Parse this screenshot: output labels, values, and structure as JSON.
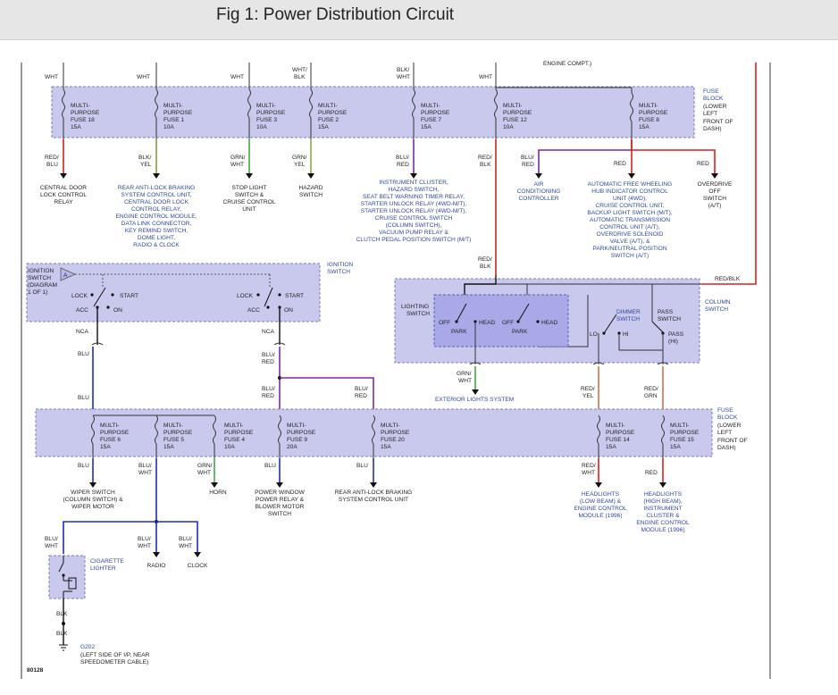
{
  "title": "Fig 1: Power Distribution Circuit",
  "figure_id": "80128",
  "top_labels": {
    "engine_compt": "ENGINE COMPT.)",
    "wht1": "WHT",
    "wht2": "WHT",
    "wht3": "WHT",
    "wht_blk_a": "WHT/",
    "wht_blk_b": "BLK",
    "blk_wht_a": "BLK/",
    "blk_wht_b": "WHT",
    "wht4": "WHT"
  },
  "fuse_block_top": {
    "label": [
      "FUSE",
      "BLOCK",
      "(LOWER",
      "LEFT",
      "FRONT OF",
      "DASH)"
    ],
    "fuses": [
      {
        "l1": "MULTI-",
        "l2": "PURPOSE",
        "l3": "FUSE 18",
        "l4": "15A"
      },
      {
        "l1": "MULTI-",
        "l2": "PURPOSE",
        "l3": "FUSE 1",
        "l4": "10A"
      },
      {
        "l1": "MULTI-",
        "l2": "PURPOSE",
        "l3": "FUSE 3",
        "l4": "10A"
      },
      {
        "l1": "MULTI-",
        "l2": "PURPOSE",
        "l3": "FUSE 2",
        "l4": "15A"
      },
      {
        "l1": "MULTI-",
        "l2": "PURPOSE",
        "l3": "FUSE 7",
        "l4": "15A"
      },
      {
        "l1": "MULTI-",
        "l2": "PURPOSE",
        "l3": "FUSE 12",
        "l4": "10A"
      },
      {
        "l1": "MULTI-",
        "l2": "PURPOSE",
        "l3": "FUSE 8",
        "l4": "15A"
      }
    ]
  },
  "top_outputs": {
    "w1": [
      "RED/",
      "BLU"
    ],
    "w2": [
      "BLK/",
      "YEL"
    ],
    "w3": [
      "GRN/",
      "WHT"
    ],
    "w4": [
      "GRN/",
      "YEL"
    ],
    "w5": [
      "BLU/",
      "RED"
    ],
    "w6": [
      "RED/",
      "BLK"
    ],
    "w7": [
      "BLU/",
      "RED"
    ],
    "w8": "RED",
    "w9": "RED",
    "d1": [
      "CENTRAL DOOR",
      "LOCK CONTROL",
      "RELAY"
    ],
    "d2": [
      "REAR ANTI-LOCK BRAKING",
      "SYSTEM CONTROL UNIT,",
      "CENTRAL DOOR LOCK",
      "CONTROL RELAY,",
      "ENGINE CONTROL MODULE,",
      "DATA LINK CONNECTOR,",
      "KEY REMIND SWITCH,",
      "DOME LIGHT,",
      "RADIO & CLOCK"
    ],
    "d3": [
      "STOP LIGHT",
      "SWITCH &",
      "CRUISE CONTROL",
      "UNIT"
    ],
    "d4": [
      "HAZARD",
      "SWITCH"
    ],
    "d5": [
      "INSTRUMENT CLUSTER,",
      "HAZARD SWITCH,",
      "SEAT BELT WARNING TIMER RELAY,",
      "STARTER UNLOCK RELAY (4WD-M/T),",
      "STARTER UNLOCK RELAY (4WD-M/T),",
      "CRUISE CONTROL SWITCH",
      "(COLUMN SWITCH),",
      "VACUUM PUMP RELAY &",
      "CLUTCH PEDAL POSITION SWITCH (M/T)"
    ],
    "d6": [
      "AIR",
      "CONDITIONING",
      "CONTROLLER"
    ],
    "d7": [
      "AUTOMATIC FREE WHEELING",
      "HUB INDICATOR CONTROL",
      "UNIT (4WD),",
      "CRUISE CONTROL UNIT,",
      "BACKUP LIGHT SWITCH (M/T),",
      "AUTOMATIC TRANSMISSION",
      "CONTROL UNIT (A/T),",
      "OVERDRIVE SOLENOID",
      "VALVE (A/T), &",
      "PARK/NEUTRAL POSITION",
      "SWITCH (A/T)"
    ],
    "d8": [
      "OVERDRIVE",
      "OFF",
      "SWITCH",
      "(A/T)"
    ]
  },
  "ignition": {
    "label": [
      "IGNITION",
      "SWITCH"
    ],
    "left_label": [
      "IGNITION",
      "SWITCH",
      "(DIAGRAM",
      "1 OF 1)"
    ],
    "marker": "A",
    "lock": "LOCK",
    "start": "START",
    "acc": "ACC",
    "on": "ON"
  },
  "column_switch": {
    "label": [
      "COLUMN",
      "SWITCH"
    ],
    "red_blk": "RED/BLK",
    "red_blk_in": [
      "RED/",
      "BLK"
    ],
    "lighting": [
      "LIGHTING",
      "SWITCH"
    ],
    "dimmer": [
      "DIMMER",
      "SWITCH"
    ],
    "pass": [
      "PASS",
      "SWITCH"
    ],
    "off": "OFF",
    "head": "HEAD",
    "park": "PARK",
    "lo": "LO",
    "hi": "HI",
    "pass_hi": [
      "PASS",
      "(HI)"
    ]
  },
  "middle": {
    "nca": "NCA",
    "blu": "BLU",
    "blu_red": [
      "BLU/",
      "RED"
    ],
    "grn_wht": [
      "GRN/",
      "WHT"
    ],
    "exterior": "EXTERIOR LIGHTS SYSTEM",
    "red_yel": [
      "RED/",
      "YEL"
    ],
    "red_grn": [
      "RED/",
      "GRN"
    ]
  },
  "fuse_block_bottom": {
    "label": [
      "FUSE",
      "BLOCK",
      "(LOWER",
      "LEFT",
      "FRONT OF",
      "DASH)"
    ],
    "fuses": [
      {
        "l1": "MULTI-",
        "l2": "PURPOSE",
        "l3": "FUSE 6",
        "l4": "15A"
      },
      {
        "l1": "MULTI-",
        "l2": "PURPOSE",
        "l3": "FUSE 5",
        "l4": "15A"
      },
      {
        "l1": "MULTI-",
        "l2": "PURPOSE",
        "l3": "FUSE 4",
        "l4": "10A"
      },
      {
        "l1": "MULTI-",
        "l2": "PURPOSE",
        "l3": "FUSE 9",
        "l4": "20A"
      },
      {
        "l1": "MULTI-",
        "l2": "PURPOSE",
        "l3": "FUSE 20",
        "l4": "15A"
      },
      {
        "l1": "MULTI-",
        "l2": "PURPOSE",
        "l3": "FUSE 14",
        "l4": "15A"
      },
      {
        "l1": "MULTI-",
        "l2": "PURPOSE",
        "l3": "FUSE 15",
        "l4": "15A"
      }
    ]
  },
  "bottom_outputs": {
    "w1": "BLU",
    "w2": [
      "BLU/",
      "WHT"
    ],
    "w3": [
      "GRN/",
      "WHT"
    ],
    "w4": "BLU",
    "w5": "BLU",
    "w6": [
      "RED/",
      "WHT"
    ],
    "w7": "RED",
    "d1": [
      "WIPER SWITCH",
      "(COLUMN SWITCH) &",
      "WIPER MOTOR"
    ],
    "d3": "HORN",
    "d4": [
      "POWER WINDOW",
      "POWER RELAY &",
      "BLOWER MOTOR",
      "SWITCH"
    ],
    "d5": [
      "REAR ANTI-LOCK BRAKING",
      "SYSTEM CONTROL UNIT"
    ],
    "d6": [
      "HEADLIGHTS",
      "(LOW BEAM) &",
      "ENGINE CONTROL",
      "MODULE (1996)"
    ],
    "d7": [
      "HEADLIGHTS",
      "(HIGH BEAM),",
      "INSTRUMENT",
      "CLUSTER &",
      "ENGINE CONTROL",
      "MODULE (1996)"
    ]
  },
  "lower": {
    "blu_wht": [
      "BLU/",
      "WHT"
    ],
    "radio": "RADIO",
    "clock": "CLOCK",
    "cig": [
      "CIGARETTE",
      "LIGHTER"
    ],
    "blk": "BLK",
    "ground": "G202",
    "ground_desc": [
      "(LEFT SIDE OF I/P, NEAR",
      "SPEEDOMETER CABLE)"
    ]
  }
}
